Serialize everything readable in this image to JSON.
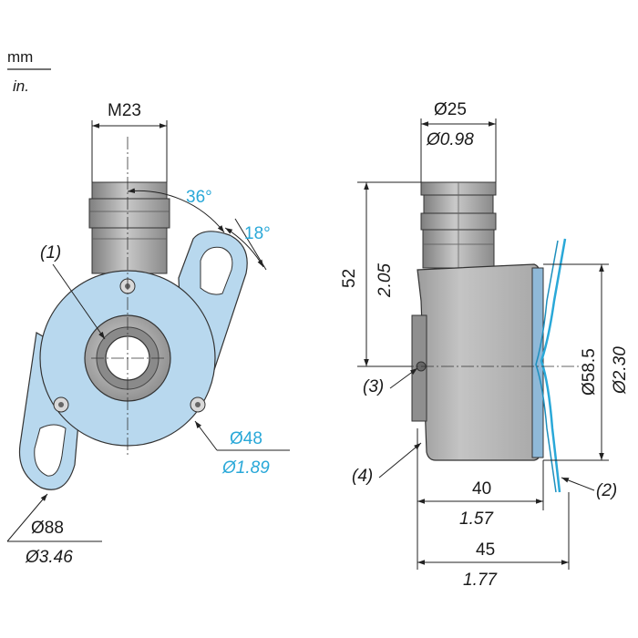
{
  "units": {
    "metric": "mm",
    "imperial": "in."
  },
  "front_view": {
    "thread": "M23",
    "angle_1": "36°",
    "angle_2": "18°",
    "callout_1": "(1)",
    "flange_dia_mm": "Ø48",
    "flange_dia_in": "Ø1.89",
    "outer_dia_mm": "Ø88",
    "outer_dia_in": "Ø3.46"
  },
  "side_view": {
    "connector_dia_mm": "Ø25",
    "connector_dia_in": "Ø0.98",
    "height_mm": "52",
    "height_in": "2.05",
    "body_dia_mm": "Ø58.5",
    "body_dia_in": "Ø2.30",
    "depth_mm": "40",
    "depth_in": "1.57",
    "total_mm": "45",
    "total_in": "1.77",
    "callout_2": "(2)",
    "callout_3": "(3)",
    "callout_4": "(4)"
  },
  "colors": {
    "flange": "#b8d8ee",
    "body": "#b5b5b5",
    "connector": "#9a9a9a",
    "accent": "#29a8d8"
  }
}
